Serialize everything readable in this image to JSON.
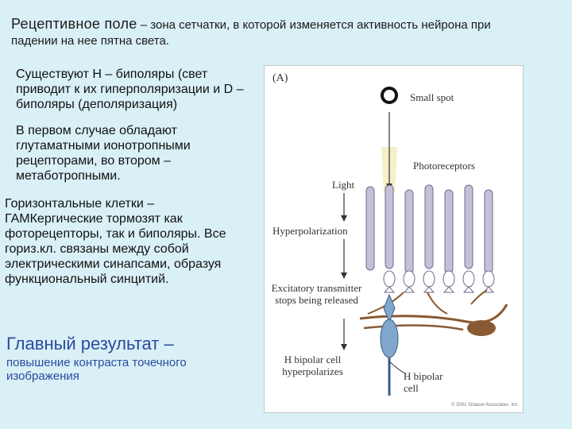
{
  "header": {
    "title_accent": "Рецептивное поле",
    "title_rest": " – зона сетчатки, в которой изменяется активность нейрона при",
    "title_line2": "падении на нее пятна света."
  },
  "left": {
    "para1": "Существуют H – биполяры (свет приводит к их гиперполяризации и D – биполяры (деполяризация)",
    "para2": "В первом случае обладают глутаматными ионотропными рецепторами, во втором – метаботропными.",
    "para3": "Горизонтальные клетки – ГАМКергические тормозят как фоторецепторы, так и биполяры. Все гориз.кл. связаны между собой электрическими синапсами, образуя функциональный синцитий.",
    "result_title": "Главный результат –",
    "result_text": "повышение контраста точечного изображения"
  },
  "figure": {
    "panel": "(A)",
    "small_spot": "Small spot",
    "photoreceptors": "Photoreceptors",
    "light": "Light",
    "hyperpolarization": "Hyperpolarization",
    "excitatory": "Excitatory transmitter stops being released",
    "h_bipolar_hyper": "H bipolar cell hyperpolarizes",
    "h_bipolar_cell": "H bipolar cell",
    "copyright": "© 2001 Sinauer Associates, Inc.",
    "colors": {
      "receptor_fill": "#c5c0d8",
      "receptor_stroke": "#6f6a8a",
      "horizontal_cell": "#8a5a32",
      "bipolar_cell": "#7fa6cc",
      "light_beam": "#f6f0c8"
    }
  }
}
